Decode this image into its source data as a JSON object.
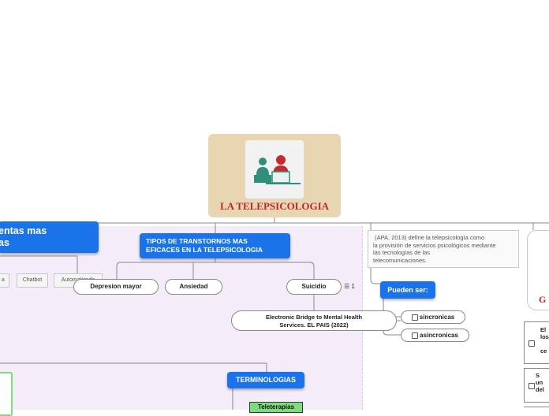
{
  "central": {
    "title": "LA TELEPSICOLOGIA",
    "logo_icon": "telepsychology-people-icon"
  },
  "left_topic": {
    "text": "entas mas\nas"
  },
  "tools": [
    "a",
    "Chatbot",
    "Automatizada"
  ],
  "types_topic": {
    "text": "TIPOS DE TRANSTORNOS MAS\nEFICACES EN LA TELEPSICOLOGIA"
  },
  "types": [
    "Depresion mayor",
    "Ansiedad",
    "Suicidio"
  ],
  "suicide_count": "1",
  "suicide_source": {
    "text": "Electronic Bridge to Mental Health\nServices. EL PAIS (2022)"
  },
  "definition_note": {
    "text": " (APA, 2013) define la telepsicología como\nla provisión de servicios psicológicos mediante\nlas tecnologías de las\ntelecomunicaciones."
  },
  "can_be": {
    "label": "Pueden ser:",
    "options": [
      "sincronicas",
      "asincronicas"
    ]
  },
  "terminologies": {
    "label": "TERMINOLOGIAS",
    "first": "Teleterapias"
  },
  "right_edge": {
    "letter": "G",
    "box1": "El\nlos\n\nce",
    "box2": "S\nun\ndel"
  },
  "colors": {
    "accent": "#1a73e8",
    "central_bg": "#e8d6b3",
    "title_red": "#c0272d",
    "green": "#7ddc7d",
    "region": "#f4ecf8"
  }
}
